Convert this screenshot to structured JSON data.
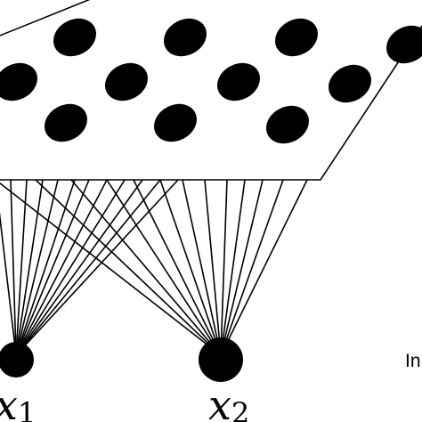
{
  "diagram": {
    "input_nodes": [
      {
        "var": "x",
        "sub": "1"
      },
      {
        "var": "x",
        "sub": "2"
      }
    ],
    "side_label": "In",
    "colors": {
      "ink": "#000000",
      "background": "#ffffff"
    }
  }
}
